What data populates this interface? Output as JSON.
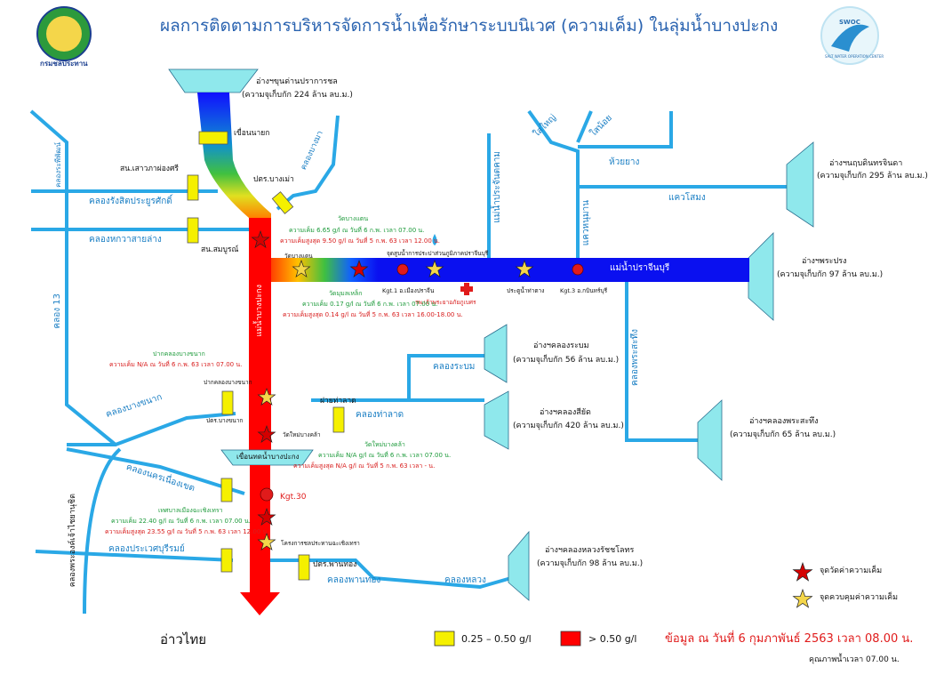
{
  "title": "ผลการติดตามการบริหารจัดการน้ำเพื่อรักษาระบบนิเวศ (ความเค็ม) ในลุ่มน้ำบางปะกง",
  "logos": {
    "left_text": "กรมชลประทาน",
    "right_text": "SWOC",
    "right_subtext": "SALT WATER OPERATION CENTER"
  },
  "reservoirs": {
    "khundan": [
      "อ่างฯขุนด่านปราการชล",
      "(ความจุเก็บกัก 224 ล้าน ลบ.ม.)"
    ],
    "naruebodin": [
      "อ่างฯนฤบดินทรจินดา",
      "(ความจุเก็บกัก 295 ล้าน ลบ.ม.)"
    ],
    "phraprong": [
      "อ่างฯพระปรง",
      "(ความจุเก็บกัก 97 ล้าน ลบ.ม.)"
    ],
    "rabom": [
      "อ่างฯคลองระบม",
      "(ความจุเก็บกัก 56 ล้าน ลบ.ม.)"
    ],
    "siyat": [
      "อ่างฯคลองสียัด",
      "(ความจุเก็บกัก 420 ล้าน ลบ.ม.)"
    ],
    "phrasathueng": [
      "อ่างฯคลองพระสะทึง",
      "(ความจุเก็บกัก 65 ล้าน ลบ.ม.)"
    ],
    "luang": [
      "อ่างฯคลองหลวงรัชชโลทร",
      "(ความจุเก็บกัก 98 ล้าน ลบ.ม.)"
    ]
  },
  "dam_bangpakong": "เขื่อนทดน้ำบางปะกง",
  "channels": {
    "rangsit": "คลองรังสิตประยูรศักดิ์",
    "hokwa": "คลองหกวาสายล่าง",
    "bangkhanak": "คลองบางขนาก",
    "nakhonnueangkhet": "คลองนครเนื่องเขต",
    "prawet": "คลองประเวศบุรีรมย์",
    "rabom": "คลองระบม",
    "thalat": "คลองท่าลาด",
    "phanthong": "คลองพานทอง",
    "luang": "คลองหลวง",
    "khwae_somung": "แควโสมง",
    "huai_yang": "ห้วยยาง",
    "sai_yai": "ใสใหญ่",
    "sai_noi": "ใสน้อย",
    "prachantakham": "แม่น้ำประจันตคาม",
    "hanuman": "แควหนุมาน",
    "phrasathueng": "คลองพระสะทึง",
    "khlong13": "คลอง 13",
    "rapiphat": "คลองระพีพัฒน์",
    "yothin": "คลองพระองค์เจ้าไชยานุชิต",
    "nakhonnayok_khlong": "คลองบางมา",
    "nakhonnayok_river": "แม่น้ำบางปะกง",
    "prachinburi_river": "แม่น้ำปราจีนบุรี"
  },
  "stations": {
    "nakhonnayok_dam": "เขื่อนนายก",
    "saowapha": "สน.เสาวภาผ่องศรี",
    "bangma": "ปตร.บางเม่า",
    "somboon": "สน.สมบูรณ์",
    "bangkhanak_gate": "ปตร.บางขนาก",
    "pak_bangkhanak": "ปากคลองบางขนาก",
    "wat_mai": "วัดใหม่บางคล้า",
    "fai_thalat": "ฝายท่าลาด",
    "kgt30": "Kgt.30",
    "chachoengsao_project": "โครงการชลประทานฉะเชิงเทรา",
    "phanthong_gate": "ปตร.พานทอง",
    "wat_bangphan": "วัดบางแตน",
    "kgt1": "Kgt.1 อ.เมืองปราจีน",
    "kgt3": "Kgt.3 อ.กบินทร์บุรี",
    "pumping": "จุดสูบน้ำการประปาส่วนภูมิภาคปราจีนบุรี",
    "hospital": "รพ.เจ้าพระยาอภัยภูเบศร",
    "pratu_nam": "ประตูน้ำท่าตาง",
    "wat_bangtaen_short": "วัดบางแตน",
    "wat_mueang_lek": "วัดมุมลเหล็ก"
  },
  "readings": {
    "wat_bangtaen": {
      "name": "วัดบางแตน",
      "now": "ความเค็ม 6.65 g/l ณ วันที่ 6 ก.พ. เวลา 07.00 น.",
      "max": "ความเค็มสูงสุด 9.50 g/l ณ วันที่ 5 ก.พ. 63 เวลา 12.00 น."
    },
    "wat_mueang_lek": {
      "name": "วัดมุมลเหล็ก",
      "now": "ความเค็ม 0.17 g/l ณ วันที่ 6 ก.พ. เวลา 07.00 น.",
      "max": "ความเค็มสูงสุด 0.14 g/l ณ วันที่ 5 ก.พ. 63 เวลา 16.00-18.00 น."
    },
    "pak_bangkhanak": {
      "name": "ปากคลองบางขนาก",
      "now": "ความเค็ม N/A ณ วันที่ 6 ก.พ. 63 เวลา 07.00 น."
    },
    "wat_mai": {
      "name": "วัดใหม่บางคล้า",
      "now": "ความเค็ม N/A g/l ณ วันที่ 6 ก.พ. เวลา 07.00 น.",
      "max": "ความเค็มสูงสุด N/A g/l ณ วันที่ 5 ก.พ. 63 เวลา - น."
    },
    "chachoengsao": {
      "name": "เทศบาลเมืองฉะเชิงเทรา",
      "now": "ความเค็ม 22.40 g/l ณ วันที่ 6 ก.พ. เวลา 07.00 น.",
      "max": "ความเค็มสูงสุด 23.55 g/l ณ วันที่ 5 ก.พ. 63 เวลา 12.00 น."
    }
  },
  "sea": "อ่าวไทย",
  "legend": {
    "measure": "จุดวัดค่าความเค็ม",
    "control": "จุดควบคุมค่าความเค็ม",
    "yellow": "0.25 – 0.50 g/l",
    "red": "> 0.50 g/l"
  },
  "footer": {
    "date": "ข้อมูล ณ วันที่ 6 กุมภาพันธ์ 2563  เวลา 08.00 น.",
    "quality": "คุณภาพน้ำเวลา 07.00 น."
  },
  "colors": {
    "river_red": "#ff0000",
    "river_blue": "#0a10f0",
    "channel": "#2aa8e6",
    "reservoir": "#8fe8ec",
    "gate": "#f5f000",
    "star_red": "#d40000",
    "star_yellow": "#f4d64a"
  }
}
